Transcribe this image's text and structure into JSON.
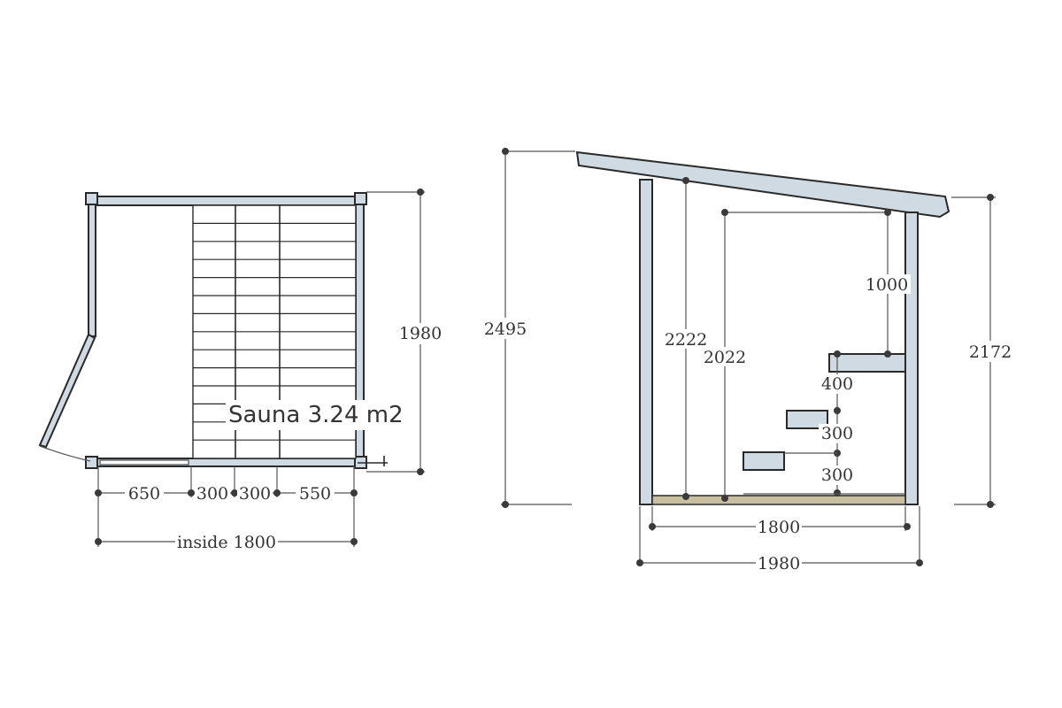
{
  "plan": {
    "room_label": "Sauna 3.24 m2",
    "dim_depth": "1980",
    "dim_bench_1": "650",
    "dim_bench_2": "300",
    "dim_bench_3": "300",
    "dim_bench_4": "550",
    "dim_inside": "inside 1800"
  },
  "elevation": {
    "dim_total_height": "2495",
    "dim_front_height": "2222",
    "dim_inner_height": "2022",
    "dim_rear_height": "2172",
    "dim_upper_gap": "1000",
    "dim_step_1": "400",
    "dim_step_2": "300",
    "dim_step_3": "300",
    "dim_inside_width": "1800",
    "dim_outside_width": "1980"
  },
  "colors": {
    "wall_fill": "#cfdae2",
    "floor_fill": "#c8bfa0",
    "ink": "#2a2a2a"
  }
}
